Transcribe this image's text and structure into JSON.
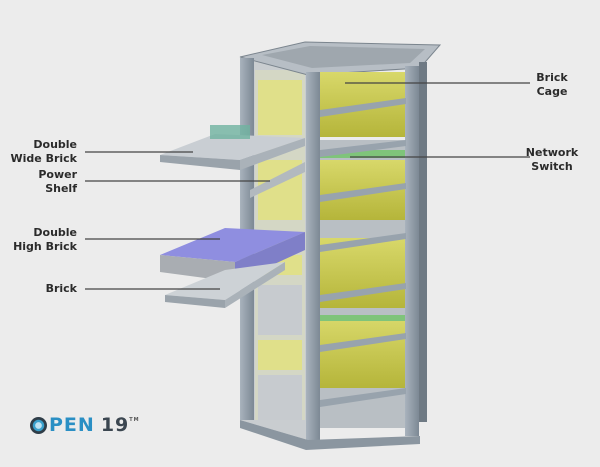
{
  "labels": {
    "double_wide_brick": "Double\nWide Brick",
    "power_shelf": "Power\nShelf",
    "double_high_brick": "Double\nHigh Brick",
    "brick": "Brick",
    "brick_cage": "Brick\nCage",
    "network_switch": "Network\nSwitch"
  },
  "logo": {
    "text_o": "O",
    "text_pen": "PEN",
    "text_num": "19",
    "tm": "TM"
  },
  "colors": {
    "frame": "#8e9aa6",
    "module": "#c8c94a",
    "accent_green": "#7fc47a",
    "double_high_brick": "#8f8ee0",
    "leader_line": "#444444"
  }
}
